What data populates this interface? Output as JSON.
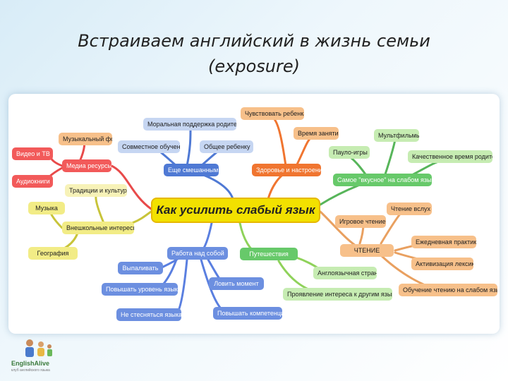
{
  "title": {
    "line1": "Встраиваем английский в жизнь семьи",
    "line2": "(exposure)"
  },
  "center": "Как усилить слабый язык",
  "nodes": {
    "musical": "Музыкальный фон",
    "video_tv": "Видео и ТВ",
    "media": "Медиа ресурсы",
    "audiobooks": "Аудиокниги",
    "traditions": "Традиции и культура",
    "music": "Музыка",
    "extracurricular": "Внешкольные интересы",
    "geography": "География",
    "moral": "Моральная поддержка родителю",
    "joint": "Совместное обучение",
    "feel_child": "Чувствовать ребенка",
    "time": "Время занятий",
    "general_child": "Общее ребенку",
    "mindset": "Еще смешанными",
    "health": "Здоровье и настроение",
    "cartoons": "Мультфильмы",
    "quality": "Качественное время родителя",
    "audio_games": "Пауло-игры",
    "tasty": "Самое \"вкусное\" на слабом языке",
    "read_aloud": "Чтение вслух",
    "game_reading": "Игровое чтение",
    "reading": "ЧТЕНИЕ",
    "daily": "Ежедневная практика",
    "activ": "Активизация лексики",
    "teach_read": "Обучение чтению на слабом языке",
    "work_self": "Работа над собой",
    "express": "Выпаливать",
    "level": "Повышать уровень языка",
    "moment": "Ловить момент",
    "shy": "Не стесняться языка",
    "compet": "Повышать компетенцию",
    "travel": "Путешествия",
    "english_country": "Англоязычная страна",
    "interest": "Проявление интереса к другим языкам"
  },
  "logo": {
    "name": "EnglishAlive",
    "sub": "клуб английского языка"
  }
}
